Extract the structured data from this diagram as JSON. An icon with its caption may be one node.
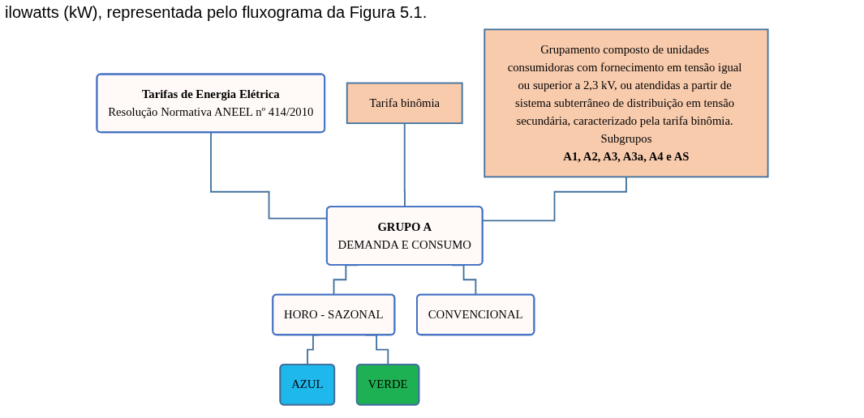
{
  "diagram": {
    "nodes": [
      {
        "text": [
          "Tarifa binômia"
        ]
      },
      {
        "text": [
          "Tarifas de Energia Elétrica",
          "Resolução Normativa ANEEL nº 414/2010"
        ]
      },
      {
        "text": [
          "GRUPO A",
          "DEMANDA E CONSUMO"
        ]
      },
      {
        "text": [
          "Grupamento composto de unidades consumidoras com fornecimento em tensão igual ou superior a 2,3 kV, ou atendidas a partir de sistema subterrâneo de distribuição em tensão secundária, caracterizado pela tarifa binômia. Subgrupos",
          "A1, A2, A3, A3a, A4 e AS"
        ]
      },
      {
        "text": [
          "HORO - SAZONAL"
        ]
      },
      {
        "text": [
          "CONVENCIONAL"
        ]
      },
      {
        "text": [
          "AZUL"
        ]
      },
      {
        "text": [
          "VERDE"
        ]
      }
    ],
    "edges": [
      {
        "from": 1,
        "to": 2,
        "arrow": "none"
      },
      {
        "from": 0,
        "to": 2,
        "arrow": "none"
      },
      {
        "from": 3,
        "to": 2,
        "arrow": "none"
      },
      {
        "from": 2,
        "to": 4,
        "arrow": "none"
      },
      {
        "from": 2,
        "to": 5,
        "arrow": "none"
      },
      {
        "from": 4,
        "to": 6,
        "arrow": "none"
      },
      {
        "from": 4,
        "to": 7,
        "arrow": "none"
      }
    ],
    "labels": [
      "ilowatts (kW), representada pelo fluxograma da Figura 5.1."
    ]
  }
}
